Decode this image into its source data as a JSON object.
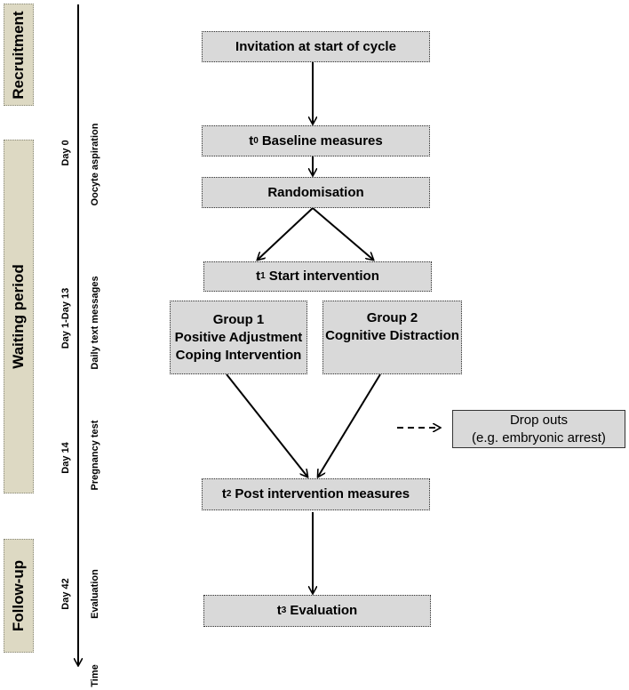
{
  "phases": {
    "recruitment": "Recruitment",
    "waiting": "Waiting period",
    "followup": "Follow-up"
  },
  "timeline": {
    "days": {
      "day0": "Day 0",
      "day1_13": "Day 1-Day 13",
      "day14": "Day 14",
      "day42": "Day 42"
    },
    "events": {
      "oocyte": "Oocyte aspiration",
      "texts": "Daily text messages",
      "pregnancy": "Pregnancy test",
      "evaluation": "Evaluation"
    },
    "axis_label": "Time"
  },
  "flow": {
    "invitation": "Invitation at start of cycle",
    "t0": {
      "sym": "t",
      "sub": "0",
      "label": "Baseline measures"
    },
    "randomisation": "Randomisation",
    "t1": {
      "sym": "t",
      "sub": "1",
      "label": "Start intervention"
    },
    "group1": {
      "title": "Group 1",
      "line1": "Positive Adjustment",
      "line2": "Coping Intervention"
    },
    "group2": {
      "title": "Group 2",
      "line1": "Cognitive Distraction"
    },
    "dropouts": {
      "line1": "Drop outs",
      "line2": "(e.g. embryonic arrest)"
    },
    "t2": {
      "sym": "t",
      "sub": "2",
      "label": "Post intervention measures"
    },
    "t3": {
      "sym": "t",
      "sub": "3",
      "label": "Evaluation"
    }
  }
}
